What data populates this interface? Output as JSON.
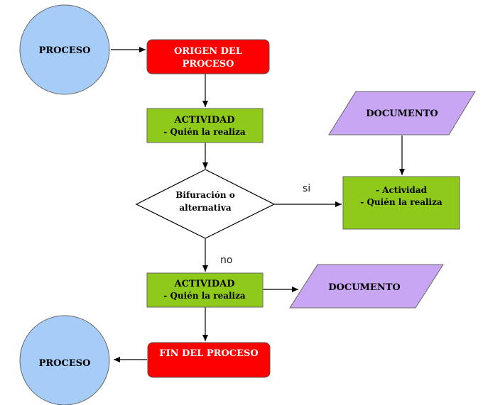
{
  "nodes": {
    "proceso_top": {
      "label": "PROCESO",
      "shape": "circle",
      "fill": "#a6cdf7"
    },
    "origen": {
      "lines": [
        "ORIGEN DEL",
        "PROCESO"
      ],
      "shape": "rounded-rect",
      "fill": "#ff0000",
      "text_color": "#ffffff"
    },
    "actividad1": {
      "lines": [
        "ACTIVIDAD",
        "- Quién la realiza"
      ],
      "shape": "rect",
      "fill": "#8fca1a"
    },
    "documento_top": {
      "label": "DOCUMENTO",
      "shape": "parallelogram",
      "fill": "#c9a6f3"
    },
    "decision": {
      "lines": [
        "Bifuración o",
        "alternativa"
      ],
      "shape": "diamond",
      "fill": "#ffffff"
    },
    "actividad_si": {
      "lines": [
        "- Actividad",
        "- Quién la realiza"
      ],
      "shape": "rect",
      "fill": "#8fca1a"
    },
    "actividad2": {
      "lines": [
        "ACTIVIDAD",
        "- Quién la realiza"
      ],
      "shape": "rect",
      "fill": "#8fca1a"
    },
    "documento_bottom": {
      "label": "DOCUMENTO",
      "shape": "parallelogram",
      "fill": "#c9a6f3"
    },
    "fin": {
      "label": "FIN DEL PROCESO",
      "shape": "rounded-rect",
      "fill": "#ff0000",
      "text_color": "#ffffff"
    },
    "proceso_bottom": {
      "label": "PROCESO",
      "shape": "circle",
      "fill": "#a6cdf7"
    }
  },
  "edge_labels": {
    "si": "si",
    "no": "no"
  },
  "edges": [
    [
      "proceso_top",
      "origen"
    ],
    [
      "origen",
      "actividad1"
    ],
    [
      "actividad1",
      "decision"
    ],
    [
      "decision",
      "actividad_si"
    ],
    [
      "documento_top",
      "actividad_si"
    ],
    [
      "decision",
      "actividad2"
    ],
    [
      "actividad2",
      "documento_bottom"
    ],
    [
      "actividad2",
      "fin"
    ],
    [
      "fin",
      "proceso_bottom"
    ]
  ]
}
